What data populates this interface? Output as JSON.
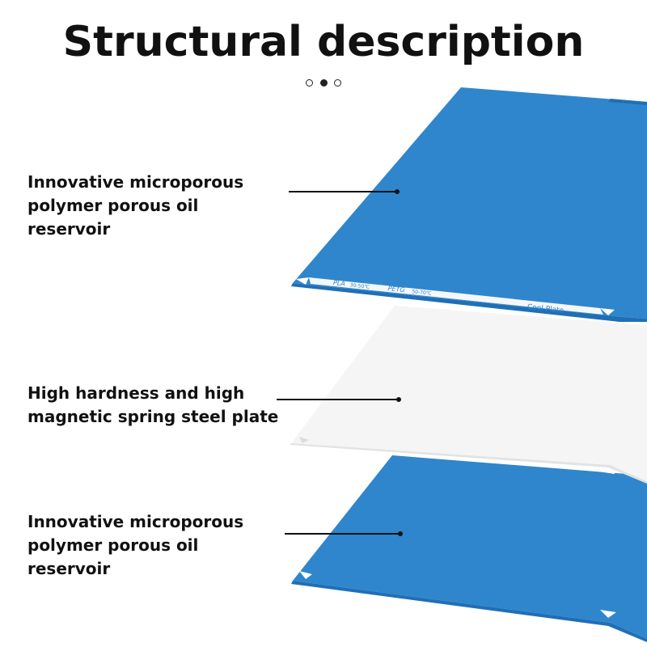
{
  "title": "Structural description",
  "pagination": {
    "total": 3,
    "active_index": 1
  },
  "layers": [
    {
      "lines": [
        "Innovative microporous",
        "polymer porous oil reservoir"
      ]
    },
    {
      "lines": [
        "High hardness and high",
        "magnetic spring steel plate"
      ]
    },
    {
      "lines": [
        "Innovative microporous",
        "polymer porous oil reservoir"
      ]
    }
  ],
  "plate_strip": {
    "pla": "PLA",
    "pla_range": "30-50℃",
    "petg": "PETG",
    "petg_range": "50-70℃",
    "name": "Cool Plate"
  },
  "colors": {
    "plate_blue": "#2f86cc",
    "plate_blue_edge": "#1f6fb6",
    "steel_white": "#f5f5f5",
    "text": "#111111"
  }
}
